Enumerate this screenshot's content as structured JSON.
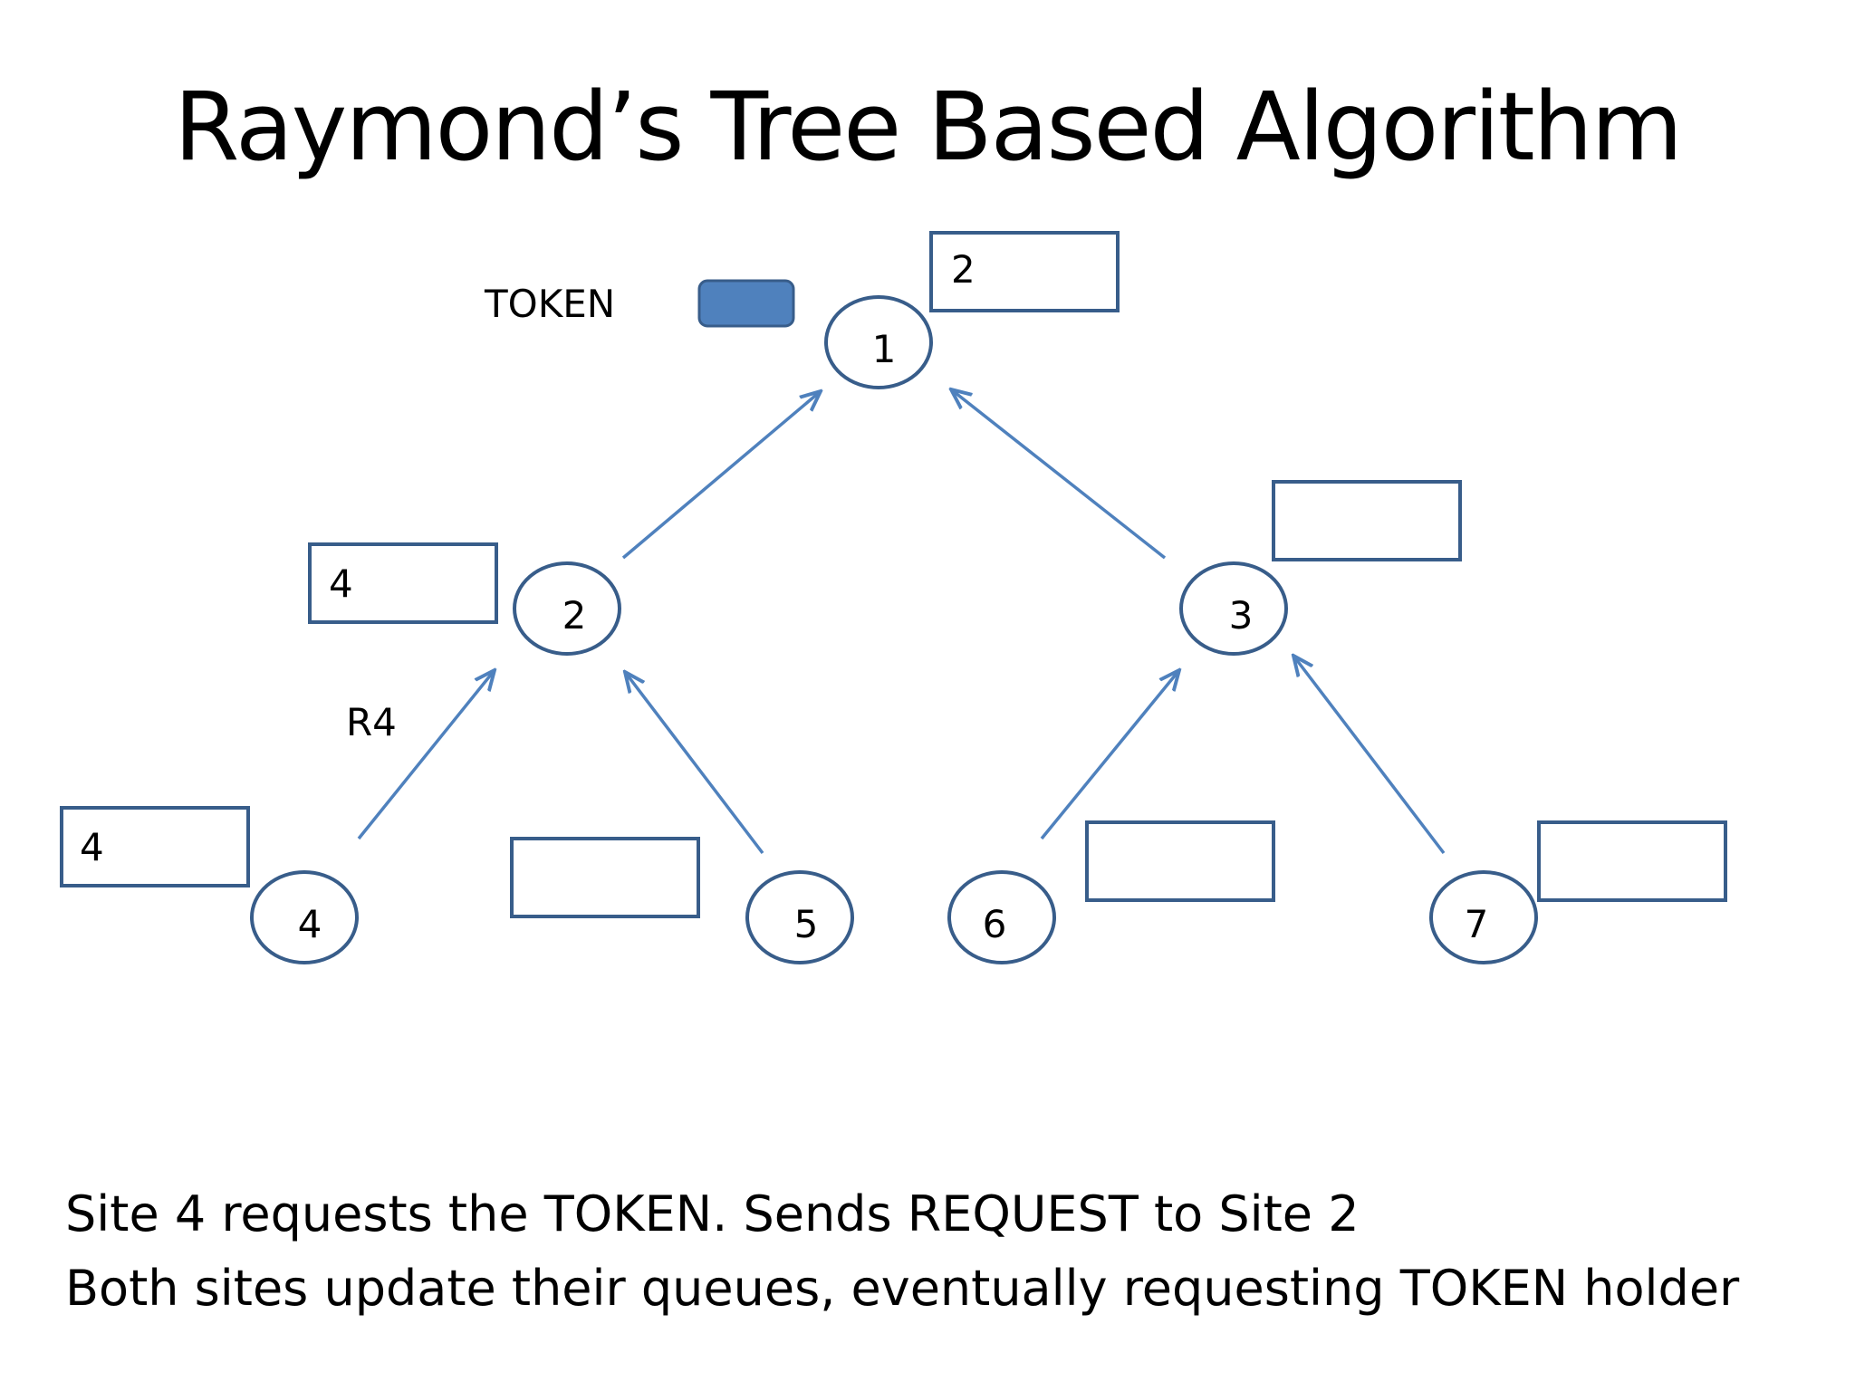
{
  "title": "Raymond’s Tree Based Algorithm",
  "token_label": "TOKEN",
  "token_color": "#4f81bd",
  "node_stroke": "#385d8a",
  "edge_color": "#4f81bd",
  "request_label": "R4",
  "nodes": [
    {
      "id": "1",
      "label": "1",
      "queue": "2"
    },
    {
      "id": "2",
      "label": "2",
      "queue": "4"
    },
    {
      "id": "3",
      "label": "3",
      "queue": ""
    },
    {
      "id": "4",
      "label": "4",
      "queue": "4"
    },
    {
      "id": "5",
      "label": "5",
      "queue": ""
    },
    {
      "id": "6",
      "label": "6",
      "queue": ""
    },
    {
      "id": "7",
      "label": "7",
      "queue": ""
    }
  ],
  "edges": [
    {
      "from": "2",
      "to": "1"
    },
    {
      "from": "3",
      "to": "1"
    },
    {
      "from": "4",
      "to": "2"
    },
    {
      "from": "5",
      "to": "2"
    },
    {
      "from": "6",
      "to": "3"
    },
    {
      "from": "7",
      "to": "3"
    }
  ],
  "caption": {
    "line1": "Site 4 requests the TOKEN. Sends REQUEST to Site 2",
    "line2": "Both sites update their queues, eventually requesting TOKEN holder"
  }
}
